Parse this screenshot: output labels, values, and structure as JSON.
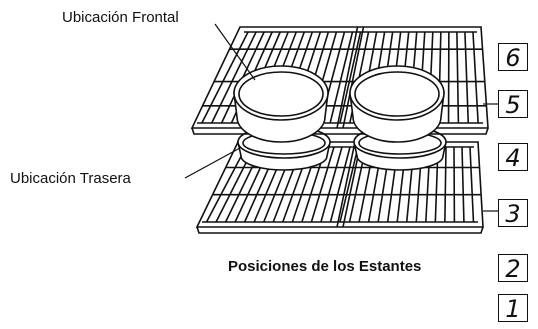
{
  "labels": {
    "front": "Ubicación Frontal",
    "back": "Ubicación Trasera",
    "caption": "Posiciones de los Estantes"
  },
  "positions": [
    "6",
    "5",
    "4",
    "3",
    "2",
    "1"
  ],
  "colors": {
    "line": "#111111",
    "background": "#ffffff"
  }
}
